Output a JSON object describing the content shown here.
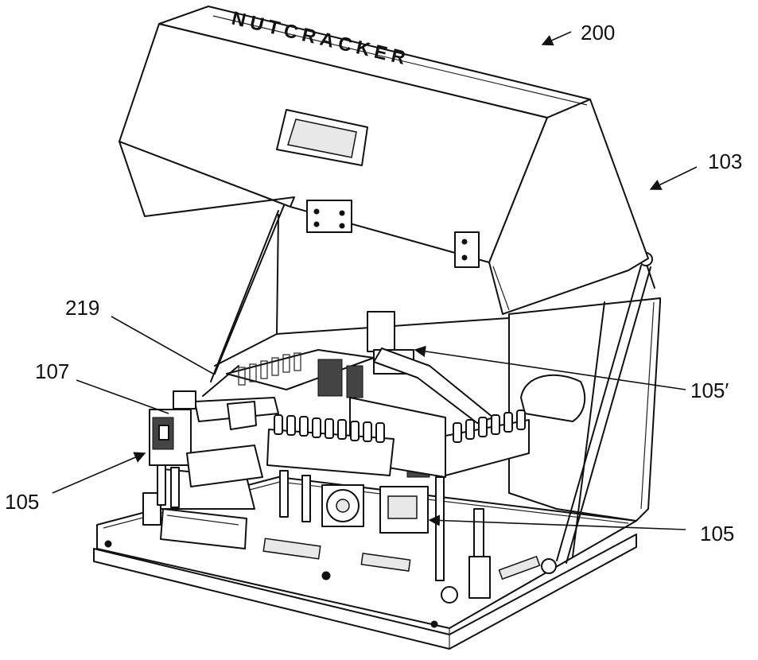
{
  "labels": {
    "ref_200": "200",
    "ref_103": "103",
    "ref_219": "219",
    "ref_107": "107",
    "ref_105_prime": "105′",
    "ref_105_left": "105",
    "ref_105_right": "105"
  },
  "lid_logo": "NUTCRACKER"
}
